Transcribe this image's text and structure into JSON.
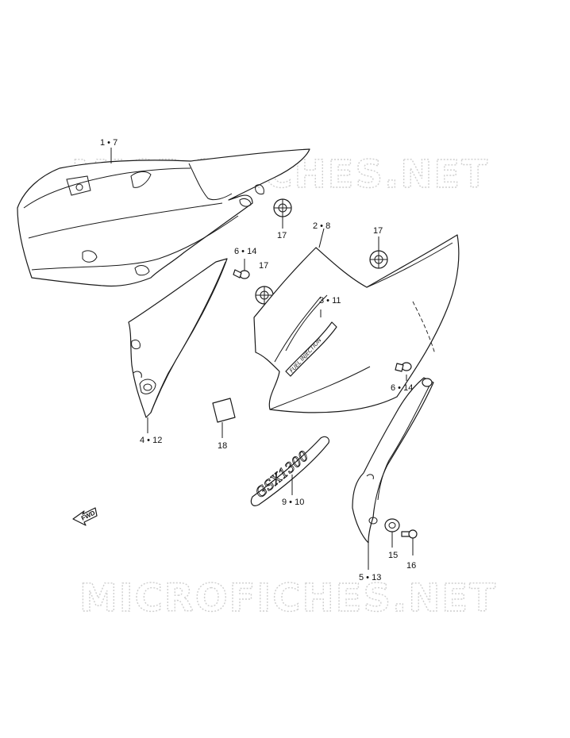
{
  "watermark": {
    "text_top": "MICROFICHES.NET",
    "text_bottom": "MICROFICHES.NET"
  },
  "callouts": [
    {
      "id": "c1",
      "label": "1 • 7"
    },
    {
      "id": "c2",
      "label": "2 • 8"
    },
    {
      "id": "c3",
      "label": "3 • 11"
    },
    {
      "id": "c4",
      "label": "4 • 12"
    },
    {
      "id": "c5",
      "label": "5 • 13"
    },
    {
      "id": "c6a",
      "label": "6 • 14"
    },
    {
      "id": "c6b",
      "label": "6 • 14"
    },
    {
      "id": "c9",
      "label": "9 • 10"
    },
    {
      "id": "c15",
      "label": "15"
    },
    {
      "id": "c16",
      "label": "16"
    },
    {
      "id": "c17a",
      "label": "17"
    },
    {
      "id": "c17b",
      "label": "17"
    },
    {
      "id": "c17c",
      "label": "17"
    },
    {
      "id": "c18",
      "label": "18"
    }
  ],
  "emblems": {
    "fuel_injection": "FUEL INJECTION",
    "gsx": "GSX1300"
  },
  "direction_marker": "FWD"
}
